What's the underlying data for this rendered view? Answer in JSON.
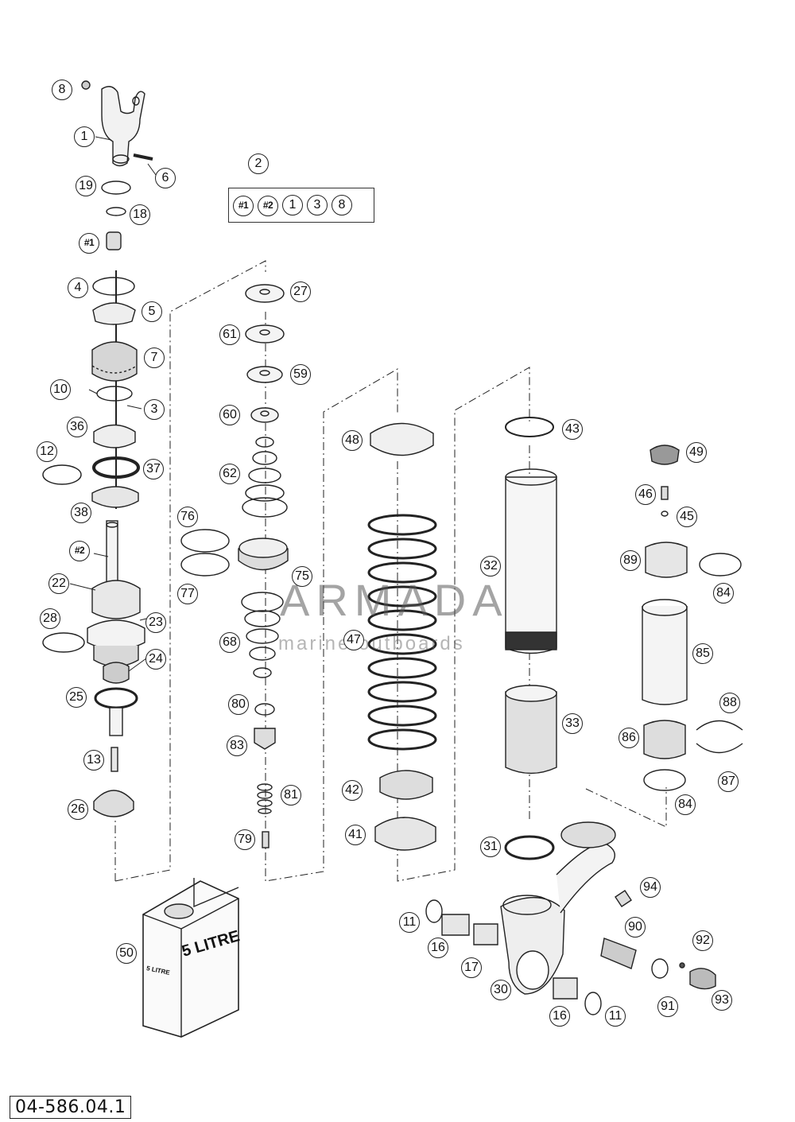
{
  "diagram": {
    "doc_ref": "04-586.04.1",
    "kit": {
      "callout": "2",
      "items": [
        "#1",
        "#2",
        "1",
        "3",
        "8"
      ]
    },
    "callouts": [
      "8",
      "1",
      "6",
      "19",
      "18",
      "#1",
      "4",
      "5",
      "7",
      "10",
      "3",
      "36",
      "12",
      "37",
      "38",
      "#2",
      "22",
      "28",
      "23",
      "24",
      "25",
      "13",
      "26",
      "27",
      "61",
      "59",
      "60",
      "62",
      "76",
      "75",
      "77",
      "68",
      "80",
      "83",
      "81",
      "79",
      "48",
      "47",
      "42",
      "41",
      "43",
      "32",
      "33",
      "31",
      "49",
      "46",
      "45",
      "89",
      "84",
      "85",
      "88",
      "86",
      "87",
      "84",
      "94",
      "11",
      "16",
      "17",
      "30",
      "90",
      "92",
      "91",
      "93",
      "16",
      "11",
      "50"
    ],
    "can_label_large": "5 LITRE",
    "can_label_small": "5 LITRE",
    "watermark": {
      "brand": "ARMADA",
      "tagline": "marine outboards"
    }
  }
}
